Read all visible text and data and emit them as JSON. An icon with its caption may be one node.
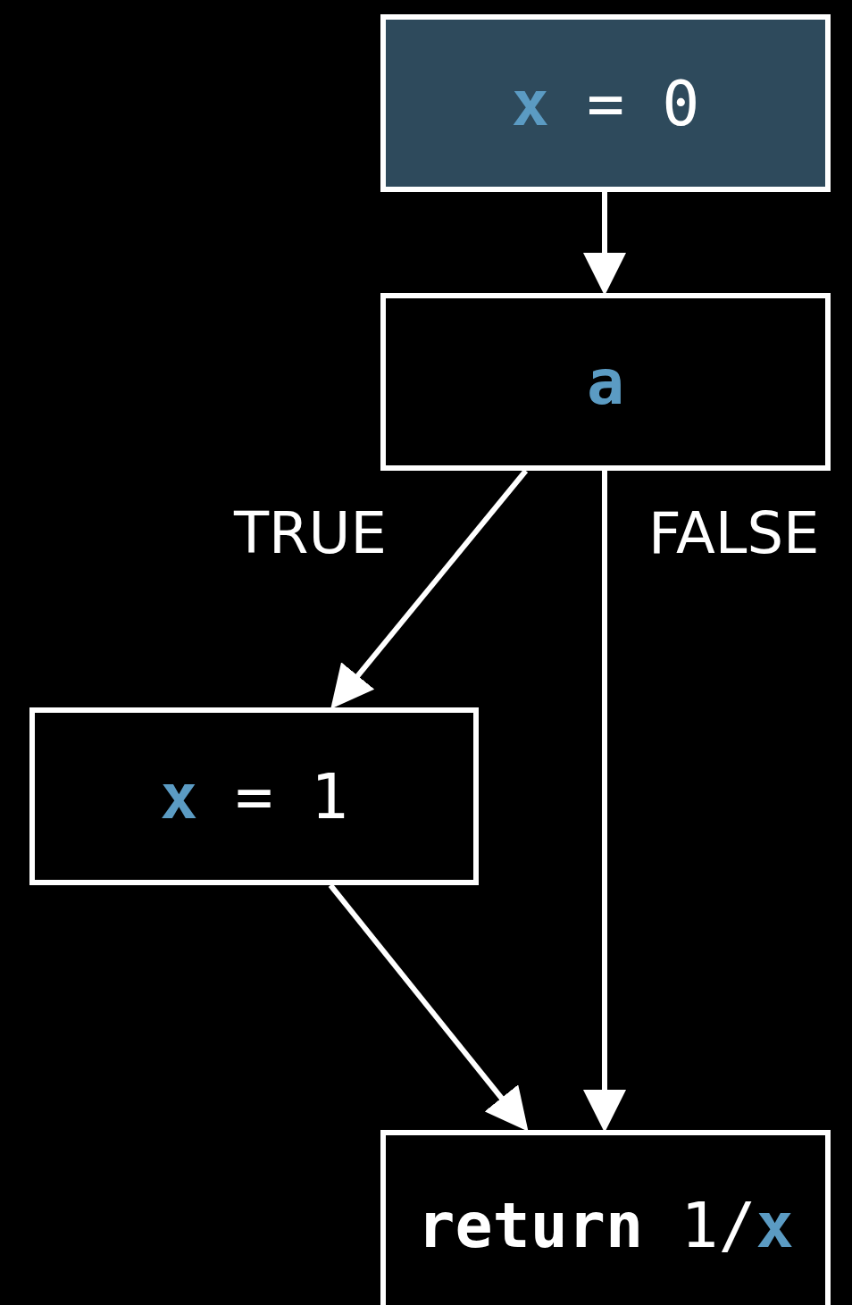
{
  "diagram": {
    "nodes": [
      {
        "text": [
          "**x** = 0"
        ]
      },
      {
        "text": [
          "a"
        ]
      },
      {
        "text": [
          "**x** = 1"
        ]
      },
      {
        "text": [
          "**return** 1/**x**"
        ]
      }
    ],
    "edges": [
      {
        "from": 0,
        "to": 1,
        "arrow": "to"
      },
      {
        "from": 1,
        "to": 2,
        "arrow": "to",
        "label": "TRUE"
      },
      {
        "from": 1,
        "to": 3,
        "arrow": "to",
        "label": "FALSE"
      },
      {
        "from": 2,
        "to": 3,
        "arrow": "to"
      }
    ]
  }
}
